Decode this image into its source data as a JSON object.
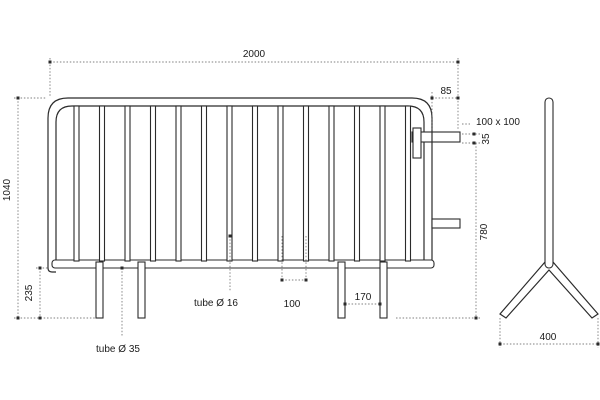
{
  "dimensions": {
    "overall_width": "2000",
    "hook_width": "85",
    "hook_section": "100 x 100",
    "hook_tube": "35",
    "height": "1040",
    "hook_height": "780",
    "foot_height": "235",
    "bar_spacing": "100",
    "foot_spacing": "170",
    "base_width": "400"
  },
  "annotations": {
    "bar_tube": "tube Ø 16",
    "frame_tube": "tube Ø 35"
  },
  "colors": {
    "line": "#2b2b2b",
    "dimension": "#555555",
    "background": "#ffffff"
  }
}
